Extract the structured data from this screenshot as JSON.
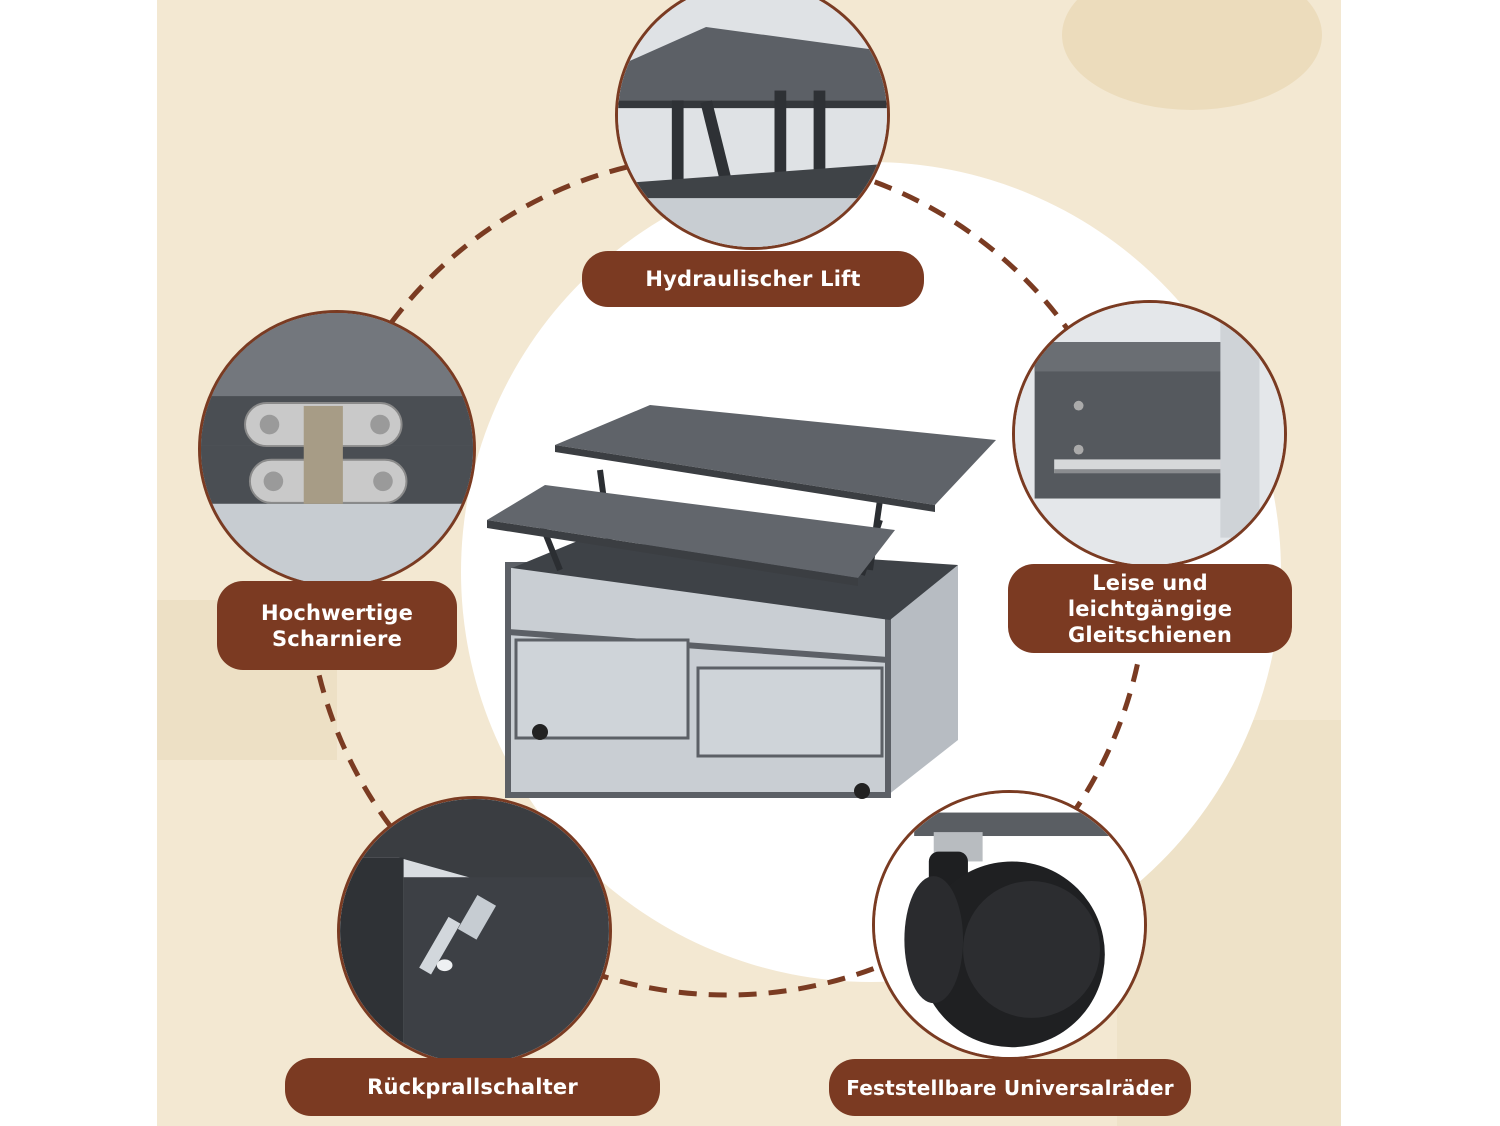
{
  "features": {
    "hydraulic_lift": "Hydraulischer Lift",
    "hinges_line1": "Hochwertige",
    "hinges_line2": "Scharniere",
    "rails_line1": "Leise und leichtgängige",
    "rails_line2": "Gleitschienen",
    "rebound_switch": "Rückprallschalter",
    "wheels": "Feststellbare Universalräder"
  },
  "colors": {
    "label_background": "#7b3a22",
    "label_text": "#ffffff",
    "dashed_ring": "#7a3b22",
    "background": "#f3e8d2",
    "furniture_dark": "#5c6066",
    "furniture_light": "#c9ced3"
  }
}
